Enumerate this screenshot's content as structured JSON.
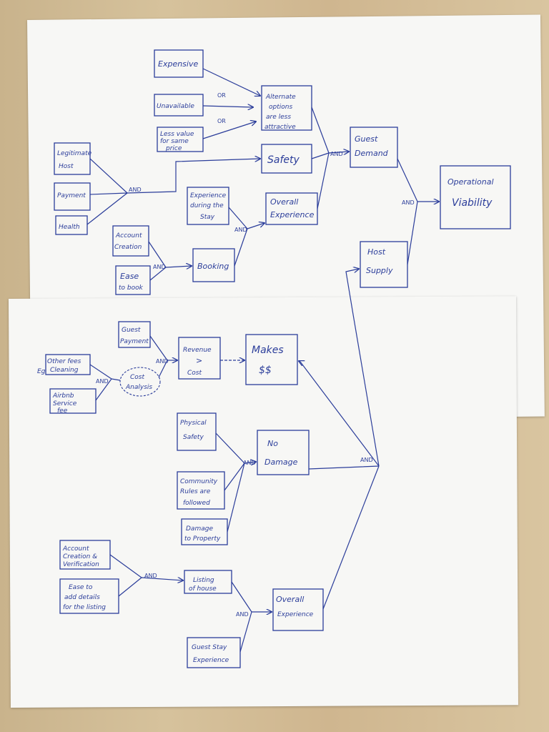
{
  "colors": {
    "ink": "#2b3d9a",
    "paper": "#f7f7f5",
    "desk": "#d3bd96"
  },
  "top_sheet": {
    "expensive": "Expensive",
    "unavailable": "Unavailable",
    "less_value": [
      "Less value",
      "for same",
      "price"
    ],
    "alternate": [
      "Alternate",
      "options",
      "are less",
      "attractive"
    ],
    "safety": "Safety",
    "guest_demand": [
      "Guest",
      "Demand"
    ],
    "operational_viability": [
      "Operational",
      "Viability"
    ],
    "legitimate_host": [
      "Legitimate",
      "Host"
    ],
    "payment": "Payment",
    "health": "Health",
    "experience_stay": [
      "Experience",
      "during the",
      "Stay"
    ],
    "overall_experience": [
      "Overall",
      "Experience"
    ],
    "account_creation": [
      "Account",
      "Creation"
    ],
    "ease_to_book": [
      "Ease",
      "to book"
    ],
    "booking": "Booking",
    "host_supply": [
      "Host",
      "Supply"
    ],
    "gates": {
      "or1": "OR",
      "or2": "OR",
      "and_safety": "AND",
      "and_demand": "AND",
      "and_viability": "AND",
      "and_exp": "AND",
      "and_book": "AND"
    }
  },
  "bottom_sheet": {
    "guest_payment": [
      "Guest",
      "Payment"
    ],
    "other_fees": [
      "Other fees",
      "Cleaning"
    ],
    "eg": "Eg",
    "airbnb_fee": [
      "Airbnb",
      "Service",
      "fee"
    ],
    "cost_analysis": [
      "Cost",
      "Analysis"
    ],
    "revenue_cost": [
      "Revenue",
      ">",
      "Cost"
    ],
    "makes_money": [
      "Makes",
      "$$"
    ],
    "physical_safety": [
      "Physical",
      "Safety"
    ],
    "community_rules": [
      "Community",
      "Rules are",
      "followed"
    ],
    "damage_property": [
      "Damage",
      "to Property"
    ],
    "no_damage": [
      "No",
      "Damage"
    ],
    "account_verification": [
      "Account",
      "Creation &",
      "Verification"
    ],
    "ease_add_details": [
      "Ease to",
      "add details",
      "for the listing"
    ],
    "listing_house": [
      "Listing",
      "of house"
    ],
    "overall_experience": [
      "Overall",
      "Experience"
    ],
    "guest_stay": [
      "Guest Stay",
      "Experience"
    ],
    "gates": {
      "and_fees": "AND",
      "and_rev": "AND",
      "and_dmg": "AND",
      "and_main": "AND",
      "and_list": "AND",
      "and_exp": "AND"
    }
  }
}
